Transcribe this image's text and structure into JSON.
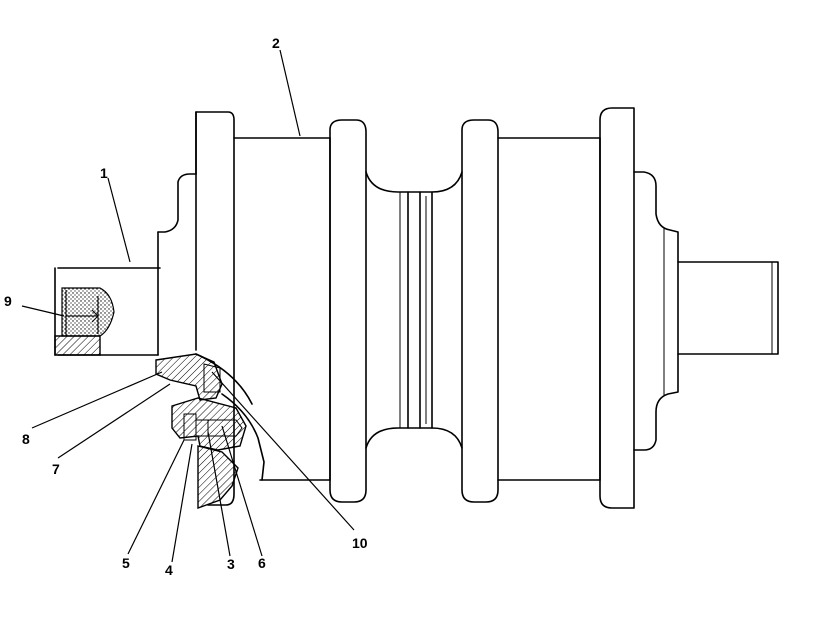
{
  "callouts": [
    {
      "id": "1",
      "text": "1"
    },
    {
      "id": "2",
      "text": "2"
    },
    {
      "id": "3",
      "text": "3"
    },
    {
      "id": "4",
      "text": "4"
    },
    {
      "id": "5",
      "text": "5"
    },
    {
      "id": "6",
      "text": "6"
    },
    {
      "id": "7",
      "text": "7"
    },
    {
      "id": "8",
      "text": "8"
    },
    {
      "id": "9",
      "text": "9"
    },
    {
      "id": "10",
      "text": "10"
    }
  ],
  "colors": {
    "ink": "#000000",
    "paper": "#ffffff"
  }
}
